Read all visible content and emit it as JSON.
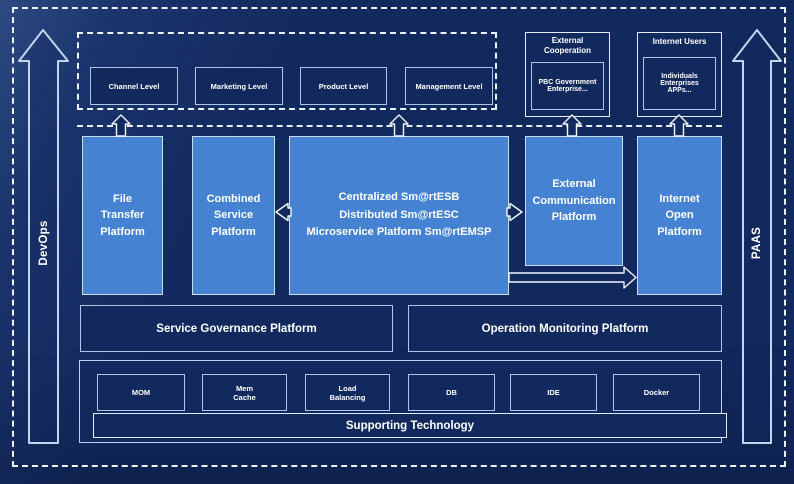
{
  "diagram": {
    "side": {
      "left_label": "DevOps",
      "right_label": "PAAS"
    },
    "levels": [
      "Channel Level",
      "Marketing Level",
      "Product Level",
      "Management Level"
    ],
    "external_cooperation": {
      "title": "External\nCooperation",
      "inner": "PBC Government\nEnterprise..."
    },
    "internet_users": {
      "title": "Internet Users",
      "inner": "Individuals\nEnterprises\nAPPs..."
    },
    "platforms": {
      "file_transfer": "File\nTransfer\nPlatform",
      "combined_service": "Combined\nService\nPlatform",
      "central": "Centralized Sm@rtESB\nDistributed Sm@rtESC\nMicroservice Platform Sm@rtEMSP",
      "external_communication": "External\nCommunication\nPlatform",
      "internet_open": "Internet\nOpen\nPlatform"
    },
    "governance": "Service Governance Platform",
    "monitoring": "Operation Monitoring Platform",
    "tech_items": [
      "MOM",
      "Mem\nCache",
      "Load\nBalancing",
      "DB",
      "IDE",
      "Docker"
    ],
    "supporting_technology": "Supporting Technology",
    "colors": {
      "background": "#12295E",
      "platform_blue": "#4583D2",
      "border_light": "#C9DCF2",
      "text": "#FFFFFF"
    }
  }
}
